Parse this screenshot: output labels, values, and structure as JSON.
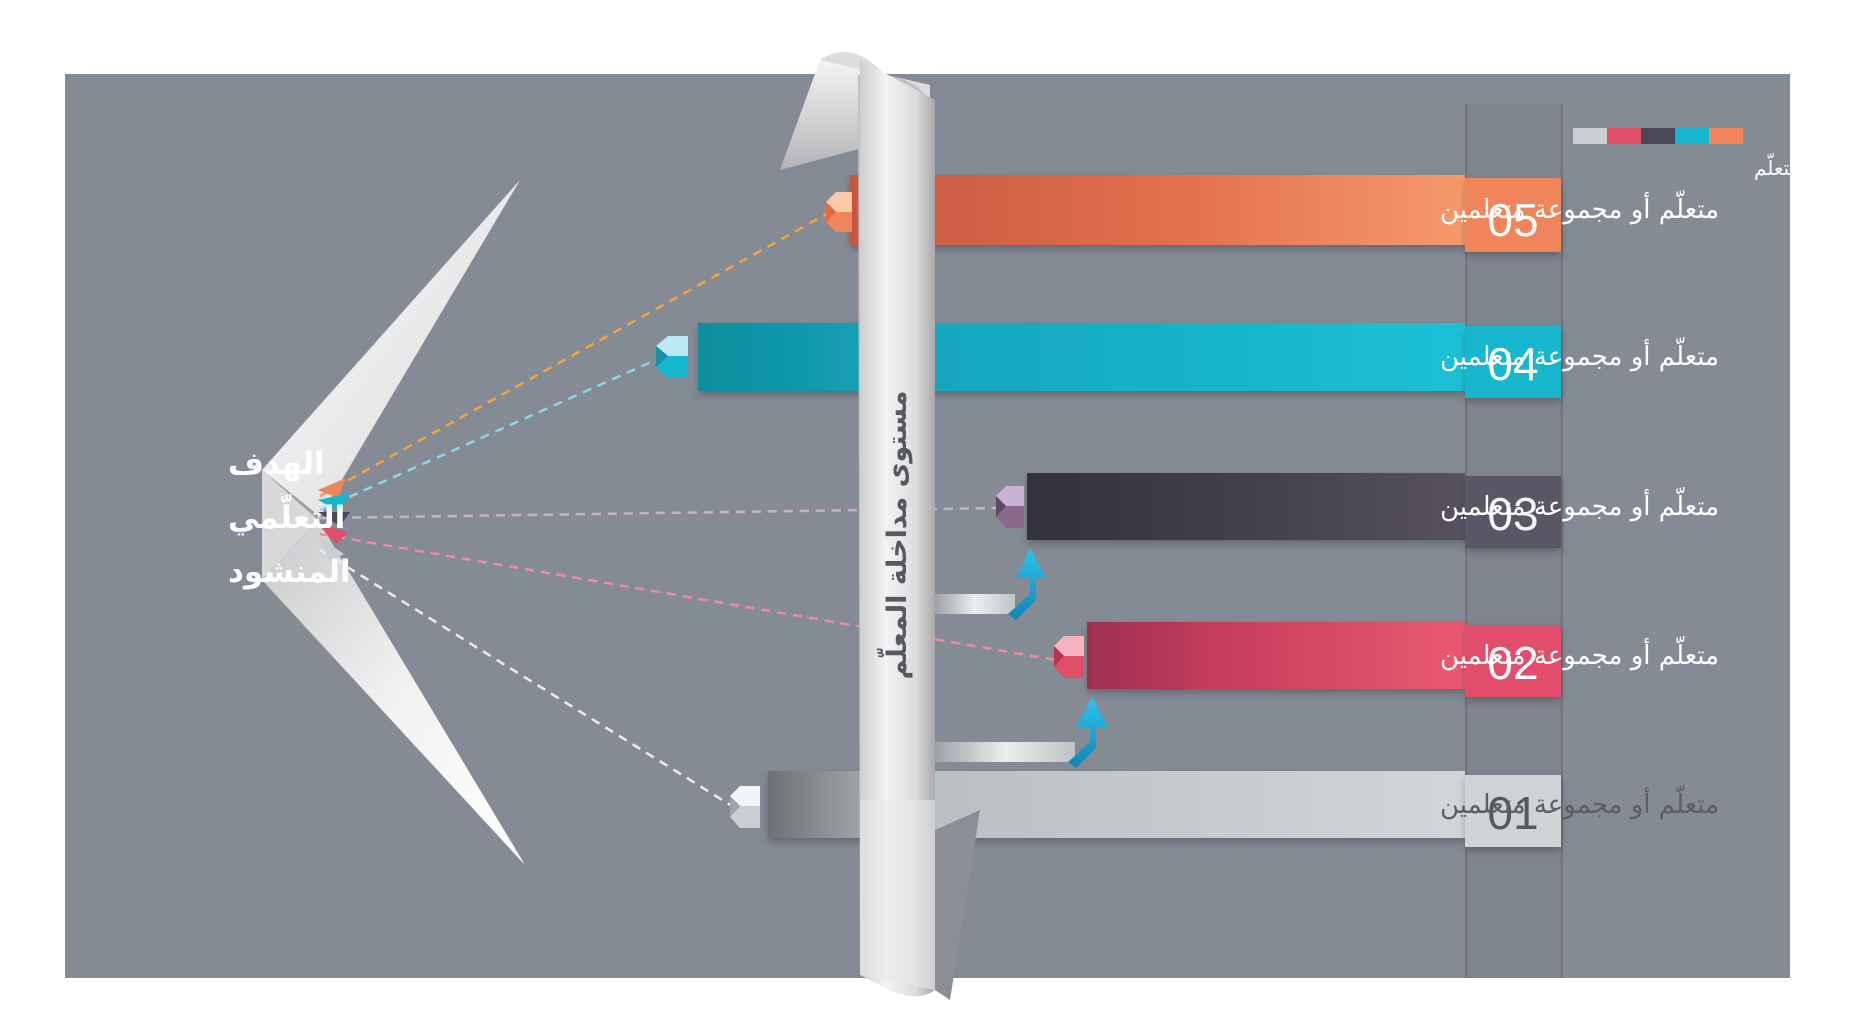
{
  "colors": {
    "background": "#858b95",
    "level_05": "#f0845a",
    "level_04": "#17b6cf",
    "level_03": "#4b4858",
    "level_02": "#e14e6a",
    "level_01": "#c9ced2",
    "dash_05": "#f6a23e",
    "dash_04": "#8fd3ee",
    "dash_03": "#c8b0cc",
    "dash_02": "#f28aa0",
    "dash_01": "#e8ecef"
  },
  "goal": {
    "lines": [
      "الهدف",
      "التعلّمي",
      "المنشود"
    ]
  },
  "ribbon": {
    "label": "مستوى مداخلة المعلّم"
  },
  "legend": {
    "label": "مكتسبات المتعلّم",
    "swatches": [
      "#f0845a",
      "#17b6cf",
      "#4b4858",
      "#e14e6a",
      "#c9ced2"
    ]
  },
  "levels": [
    {
      "number": "05",
      "label": "متعلّم أو مجموعة متعلمين"
    },
    {
      "number": "04",
      "label": "متعلّم أو مجموعة متعلمين"
    },
    {
      "number": "03",
      "label": "متعلّم أو مجموعة متعلمين"
    },
    {
      "number": "02",
      "label": "متعلّم أو مجموعة متعلمين"
    },
    {
      "number": "01",
      "label": "متعلّم أو مجموعة متعلمين"
    }
  ]
}
